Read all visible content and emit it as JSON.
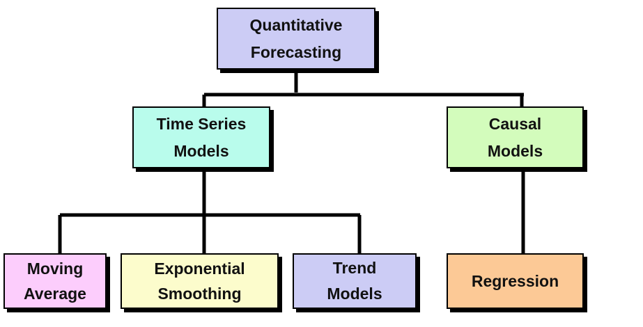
{
  "diagram": {
    "nodes": {
      "quantitative_forecasting": {
        "label": "Quantitative\nForecasting",
        "color": "#ccccf5"
      },
      "time_series_models": {
        "label": "Time Series\nModels",
        "color": "#b9fcec"
      },
      "causal_models": {
        "label": "Causal\nModels",
        "color": "#d3fcbc"
      },
      "moving_average": {
        "label": "Moving\nAverage",
        "color": "#fccdfc"
      },
      "exponential_smoothing": {
        "label": "Exponential\nSmoothing",
        "color": "#fcfccc"
      },
      "trend_models": {
        "label": "Trend\nModels",
        "color": "#ccccf5"
      },
      "regression": {
        "label": "Regression",
        "color": "#fcc996"
      }
    },
    "edges": [
      {
        "from": "quantitative_forecasting",
        "to": "time_series_models"
      },
      {
        "from": "quantitative_forecasting",
        "to": "causal_models"
      },
      {
        "from": "time_series_models",
        "to": "moving_average"
      },
      {
        "from": "time_series_models",
        "to": "exponential_smoothing"
      },
      {
        "from": "time_series_models",
        "to": "trend_models"
      },
      {
        "from": "causal_models",
        "to": "regression"
      }
    ]
  }
}
